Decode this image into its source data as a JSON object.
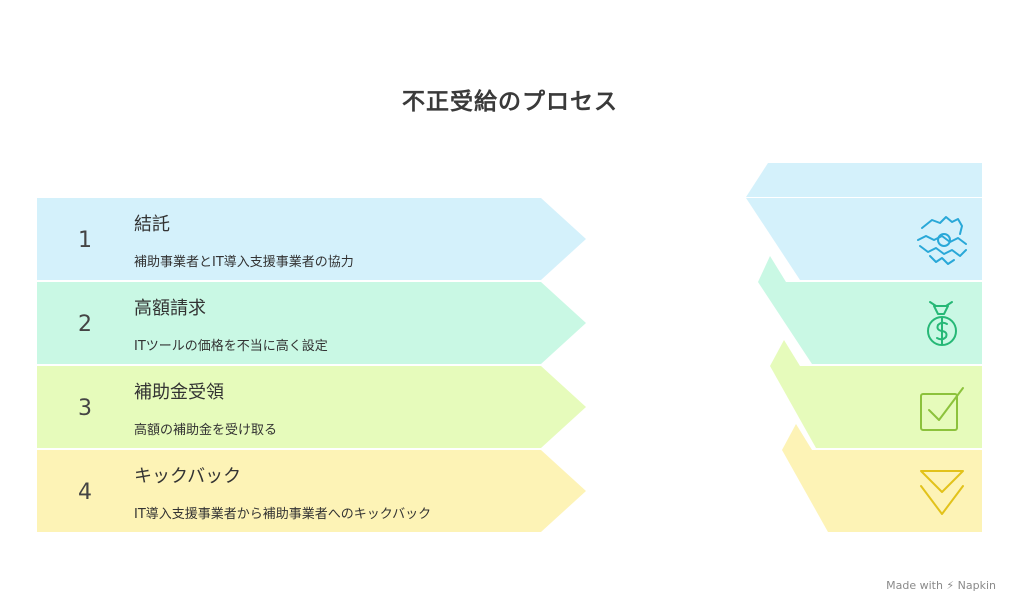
{
  "title": "不正受給のプロセス",
  "footer": "Made with ⚡ Napkin",
  "colors": {
    "blue": "#d4f1fb",
    "green": "#c9f8e4",
    "lime": "#e6fbbb",
    "yellow": "#fdf3b6",
    "icon_blue": "#29a8d8",
    "icon_green": "#26b876",
    "icon_lime": "#8cc23c",
    "icon_yellow": "#e2c21a"
  },
  "steps": [
    {
      "number": "1",
      "title": "結託",
      "description": "補助事業者とIT導入支援事業者の協力",
      "color": "blue",
      "icon": "handshake-icon"
    },
    {
      "number": "2",
      "title": "高額請求",
      "description": "ITツールの価格を不当に高く設定",
      "color": "green",
      "icon": "money-bag-icon"
    },
    {
      "number": "3",
      "title": "補助金受領",
      "description": "高額の補助金を受け取る",
      "color": "lime",
      "icon": "checkbox-icon"
    },
    {
      "number": "4",
      "title": "キックバック",
      "description": "IT導入支援事業者から補助事業者へのキックバック",
      "color": "yellow",
      "icon": "chevron-down-icon"
    }
  ]
}
